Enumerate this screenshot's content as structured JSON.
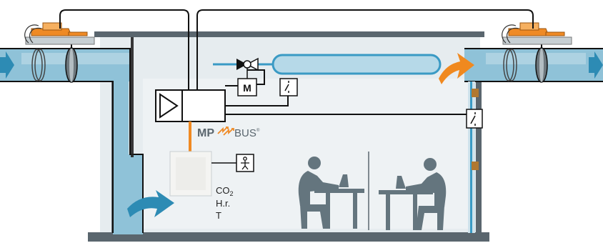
{
  "labels": {
    "motor_label": "M",
    "bus_logo_prefix": "MP",
    "bus_logo_suffix": "BUS",
    "bus_logo_registered": "®",
    "sensor_co2": "CO",
    "sensor_co2_subscript": "2",
    "sensor_humidity": "H.r.",
    "sensor_temperature": "T"
  },
  "colors": {
    "duct_fill": "#8fc2d8",
    "duct_light": "#c9e2ee",
    "room_fill": "#e6ecef",
    "wall": "#5a666e",
    "water_pipe": "#3a9ac4",
    "bus_line": "#f08a22",
    "arrow_blue": "#2d8bb4",
    "arrow_orange": "#f0891f",
    "actuator_orange": "#ef8a25",
    "people": "#64757e",
    "wire": "#111111"
  },
  "icons": {
    "controller": "amplifier-triangle-icon",
    "valve": "two-way-valve-icon",
    "motor": "motor-m-icon",
    "switch": "switch-icon",
    "presence": "person-presence-icon",
    "people": "office-workers-icon"
  }
}
